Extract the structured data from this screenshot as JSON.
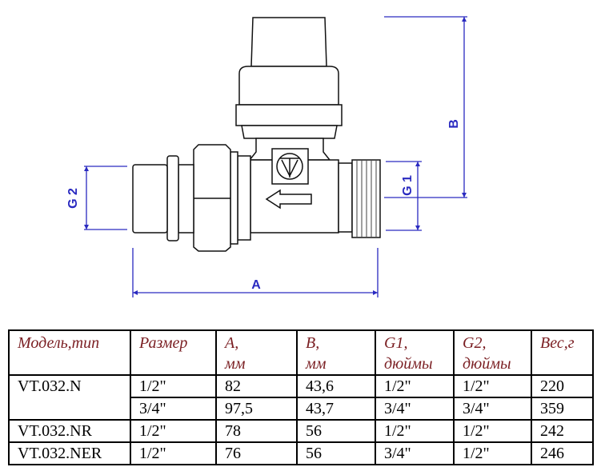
{
  "drawing": {
    "dim_labels": {
      "g2": "G 2",
      "g1": "G 1",
      "b": "B",
      "a": "A"
    },
    "dim_color": "#2a2ac0"
  },
  "table": {
    "headers": [
      {
        "l1": "Модель,тип",
        "l2": ""
      },
      {
        "l1": "Размер",
        "l2": ""
      },
      {
        "l1": "A,",
        "l2": "мм"
      },
      {
        "l1": "B,",
        "l2": "мм"
      },
      {
        "l1": "G1,",
        "l2": "дюймы"
      },
      {
        "l1": "G2,",
        "l2": "дюймы"
      },
      {
        "l1": "Вес,г",
        "l2": ""
      }
    ],
    "rows": [
      {
        "model": "VT.032.N",
        "size": "1/2\"",
        "a": "82",
        "b": "43,6",
        "g1": "1/2\"",
        "g2": "1/2\"",
        "weight": "220"
      },
      {
        "model": "",
        "size": "3/4\"",
        "a": "97,5",
        "b": "43,7",
        "g1": "3/4\"",
        "g2": "3/4\"",
        "weight": "359"
      },
      {
        "model": "VT.032.NR",
        "size": "1/2\"",
        "a": "78",
        "b": "56",
        "g1": "1/2\"",
        "g2": "1/2\"",
        "weight": "242"
      },
      {
        "model": "VT.032.NER",
        "size": "1/2\"",
        "a": "76",
        "b": "56",
        "g1": "3/4\"",
        "g2": "1/2\"",
        "weight": "246"
      }
    ]
  }
}
